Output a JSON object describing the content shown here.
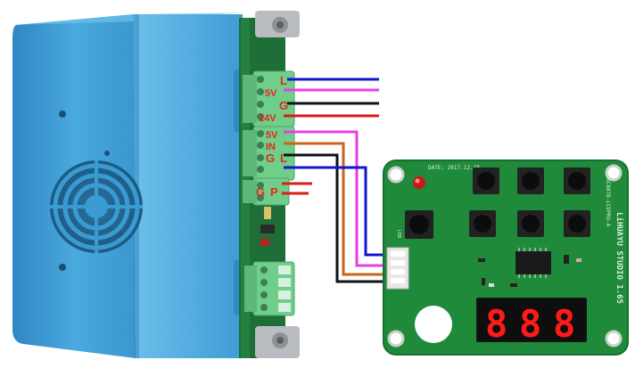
{
  "terminal_labels": {
    "top_block": [
      "L",
      "5V",
      "G",
      "24V"
    ],
    "mid_block": [
      "5V",
      "IN",
      "G",
      "L"
    ],
    "bottom_block": [
      "G",
      "P"
    ]
  },
  "board_text": {
    "brand_line": "LiHUAYU STUDIO 1.65",
    "model_line": "6C8878-LCDPRO-A",
    "date_line": "DATE: 2017.12.18",
    "small_label": "LEB"
  },
  "display_digits": [
    "8",
    "8",
    "8"
  ],
  "colors": {
    "psu_blue": "#3f9fd6",
    "pcb_green": "#1f8a3a",
    "wire_blue": "#1414d2",
    "wire_magenta": "#e83ce8",
    "wire_black": "#111111",
    "wire_red": "#dd1a1a",
    "wire_orange": "#c8641c",
    "terminal_green": "#6fcf8a"
  }
}
